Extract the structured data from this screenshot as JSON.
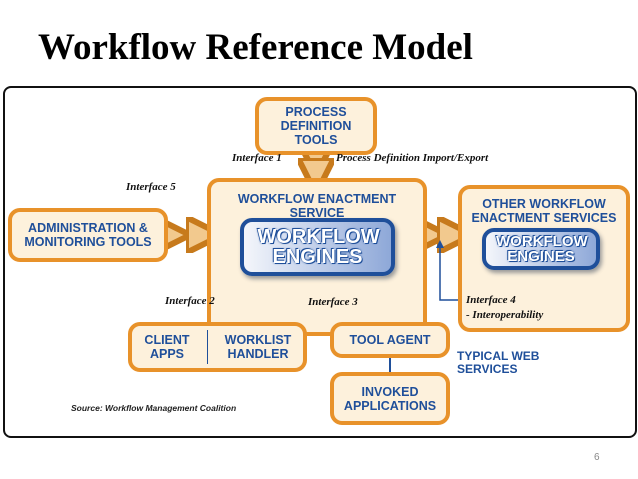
{
  "title": "Workflow Reference Model",
  "boxes": {
    "process_definition_tools": "PROCESS DEFINITION TOOLS",
    "workflow_enactment_service": "WORKFLOW ENACTMENT SERVICE",
    "workflow_engines": "WORKFLOW ENGINES",
    "admin_monitoring": "ADMINISTRATION & MONITORING TOOLS",
    "other_services": "OTHER WORKFLOW ENACTMENT SERVICES",
    "other_engines": "WORKFLOW ENGINES",
    "client_apps": "CLIENT APPS",
    "worklist_handler": "WORKLIST HANDLER",
    "tool_agent": "TOOL AGENT",
    "invoked_applications": "INVOKED APPLICATIONS"
  },
  "labels": {
    "interface1": "Interface 1",
    "import_export": "Process Definition Import/Export",
    "interface5": "Interface 5",
    "interface2": "Interface 2",
    "interface3": "Interface 3",
    "interface4": "Interface 4",
    "interoperability": "- Interoperability",
    "typical_web_services": "TYPICAL WEB SERVICES",
    "source": "Source: Workflow Management Coalition"
  },
  "page_number": "6"
}
